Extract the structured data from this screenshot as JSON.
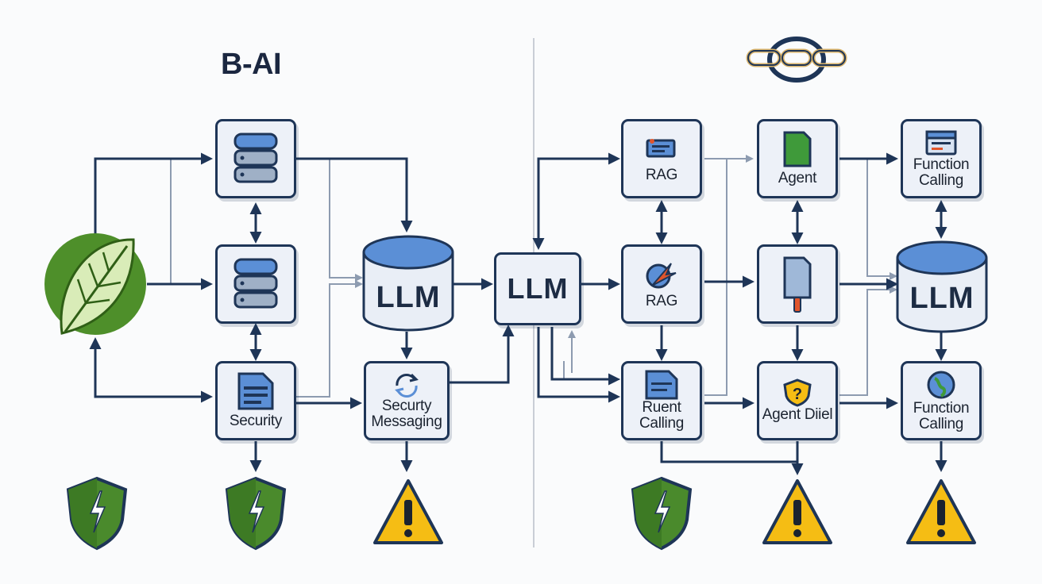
{
  "title": "B-AI",
  "nodes": {
    "db_top": "",
    "db_mid": "",
    "security": "Security",
    "llm_left": "LLM",
    "security_messaging": "Securty Messaging",
    "llm_center": "LLM",
    "rag_top": "RAG",
    "rag_mid": "RAG",
    "ruent_calling": "Ruent Calling",
    "agent_top": "Agent",
    "agent_diiel": "Agent Diiel",
    "function_calling_top": "Function Calling",
    "llm_right": "LLM",
    "function_calling_bottom": "Function Calling"
  },
  "icons": {
    "leaf": "leaf-icon",
    "chain": "chain-link-icon",
    "database": "database-icon",
    "document": "document-icon",
    "shield": "shield-lightning-icon",
    "warning": "warning-triangle-icon",
    "sync": "sync-arrows-icon",
    "pin": "pin-icon",
    "question": "question-badge-icon",
    "globe": "globe-doc-icon"
  },
  "colors": {
    "navy": "#1e3557",
    "node_fill": "#edf1f8",
    "cylinder_top": "#5b8fd6",
    "leaf_green": "#4e8f2a",
    "shield_green": "#4a8a2c",
    "warning_yellow": "#f5bd14",
    "divider": "#c9ced6"
  }
}
